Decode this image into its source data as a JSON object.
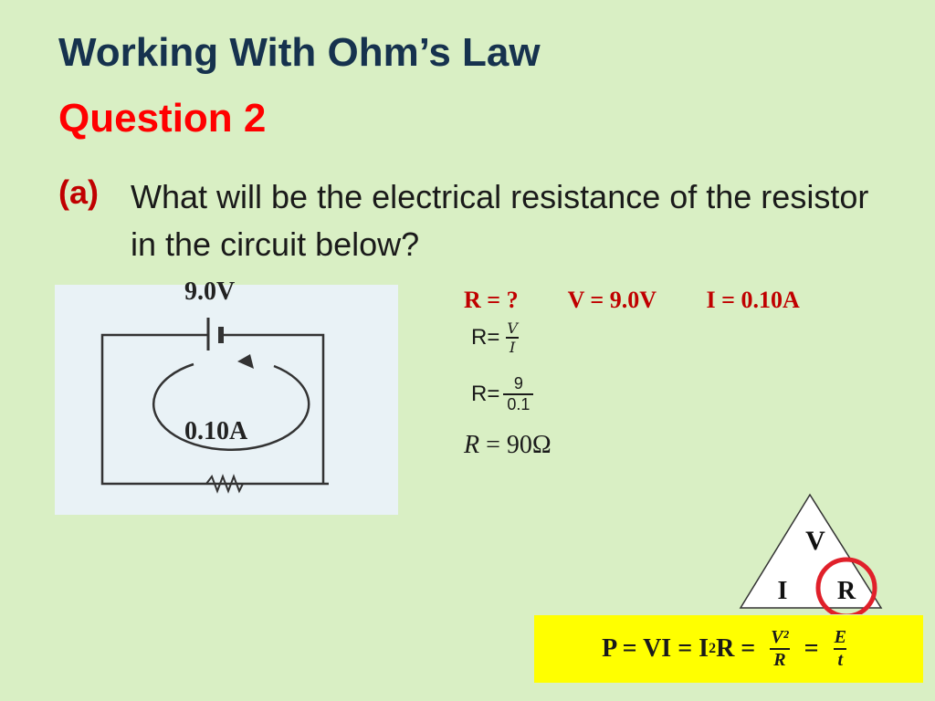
{
  "slide": {
    "title": "Working With Ohm’s Law",
    "subtitle": "Question 2"
  },
  "question": {
    "label": "(a)",
    "text": "What will be the electrical resistance of the resistor in the circuit below?"
  },
  "circuit": {
    "voltage_label": "9.0V",
    "current_label": "0.10A"
  },
  "knowns": {
    "r": "R = ?",
    "v": "V = 9.0V",
    "i": "I = 0.10A"
  },
  "working": {
    "line1_prefix": "R=",
    "line1_num": "V",
    "line1_den": "I",
    "line2_prefix": "R=",
    "line2_num": "9",
    "line2_den": "0.1",
    "result_var": "R",
    "result_eq": " = ",
    "result_value": "90Ω"
  },
  "triangle": {
    "top": "V",
    "bottom_left": "I",
    "bottom_right": "R",
    "highlight_color": "#e0202a"
  },
  "power_formula": {
    "part1": "P = VI = I",
    "sup": "2",
    "part2": "R = ",
    "frac1_num": "V²",
    "frac1_den": "R",
    "eq": " = ",
    "frac2_num": "E",
    "frac2_den": "t",
    "background": "#ffff00"
  }
}
